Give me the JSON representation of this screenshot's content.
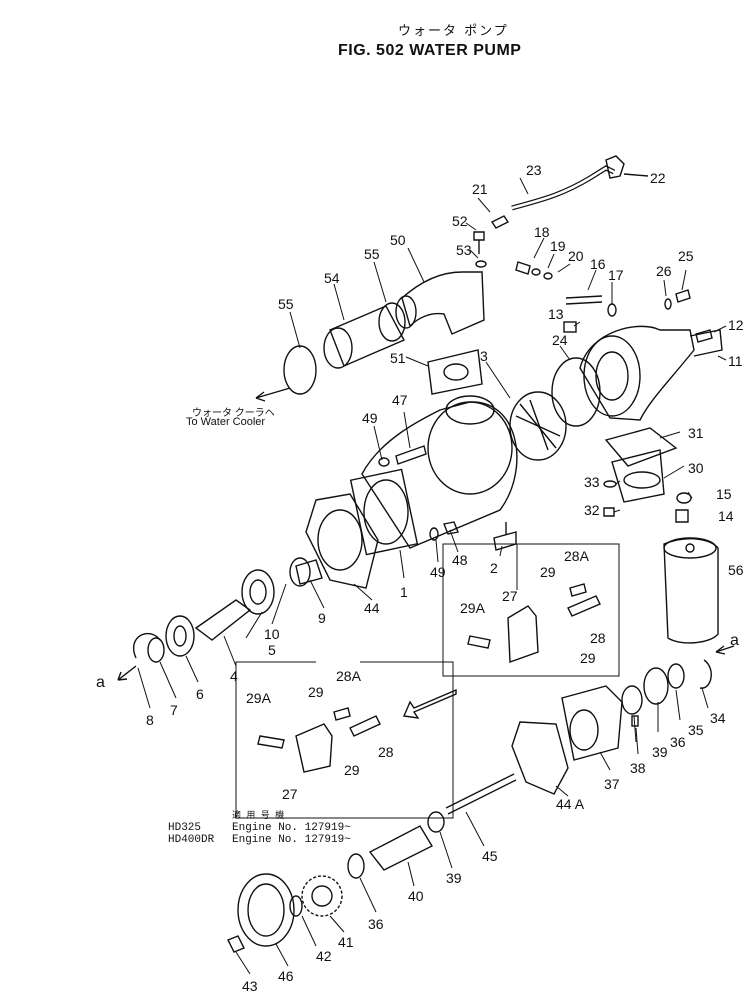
{
  "header": {
    "title_jp": "ウォータ ポンプ",
    "title": "FIG. 502  WATER PUMP"
  },
  "callouts": {
    "to_water_cooler_jp": "ウォータ クーラヘ",
    "to_water_cooler": "To Water Cooler",
    "arrow_left": "a",
    "arrow_right": "a"
  },
  "application_note": {
    "heading_jp": "適 用 号 機",
    "rows": [
      {
        "model": "HD325",
        "engine": "Engine No. 127919~"
      },
      {
        "model": "HD400DR",
        "engine": "Engine No. 127919~"
      }
    ]
  },
  "part_numbers": [
    "1",
    "2",
    "3",
    "4",
    "5",
    "6",
    "7",
    "8",
    "9",
    "10",
    "11",
    "12",
    "13",
    "14",
    "15",
    "16",
    "17",
    "18",
    "19",
    "20",
    "21",
    "22",
    "23",
    "24",
    "25",
    "26",
    "27",
    "27",
    "28",
    "28",
    "28A",
    "28A",
    "29",
    "29",
    "29",
    "29",
    "29A",
    "29A",
    "30",
    "31",
    "32",
    "33",
    "34",
    "35",
    "36",
    "36",
    "37",
    "38",
    "39",
    "39",
    "40",
    "41",
    "42",
    "43",
    "44",
    "44 A",
    "45",
    "46",
    "47",
    "48",
    "49",
    "49",
    "50",
    "51",
    "52",
    "53",
    "54",
    "55",
    "55",
    "56"
  ]
}
